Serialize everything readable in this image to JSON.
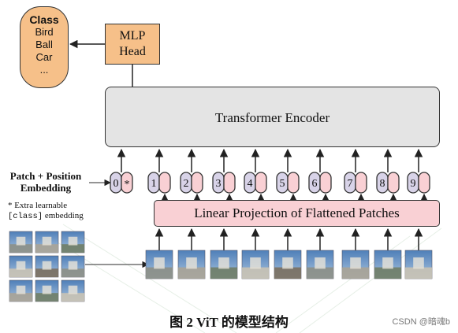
{
  "class_box": {
    "title": "Class",
    "items": [
      "Bird",
      "Ball",
      "Car",
      "..."
    ]
  },
  "mlp_head": {
    "line1": "MLP",
    "line2": "Head"
  },
  "encoder": {
    "label": "Transformer Encoder"
  },
  "projection": {
    "label": "Linear Projection of Flattened Patches"
  },
  "embedding_label": {
    "line1": "Patch + Position",
    "line2": "Embedding"
  },
  "extra_note": {
    "line1": "* Extra learnable",
    "line2_mono": "[class]",
    "line2_rest": " embedding"
  },
  "tokens": {
    "class_token": {
      "position": "0",
      "marker": "*"
    },
    "positions": [
      "1",
      "2",
      "3",
      "4",
      "5",
      "6",
      "7",
      "8",
      "9"
    ]
  },
  "caption": "图 2    ViT 的模型结构",
  "watermark": "CSDN @暗魂b",
  "colors": {
    "orange": "#f6c089",
    "pink": "#f9d0d4",
    "lavender": "#d8d3e8",
    "encoder_gray": "#e4e4e4"
  }
}
